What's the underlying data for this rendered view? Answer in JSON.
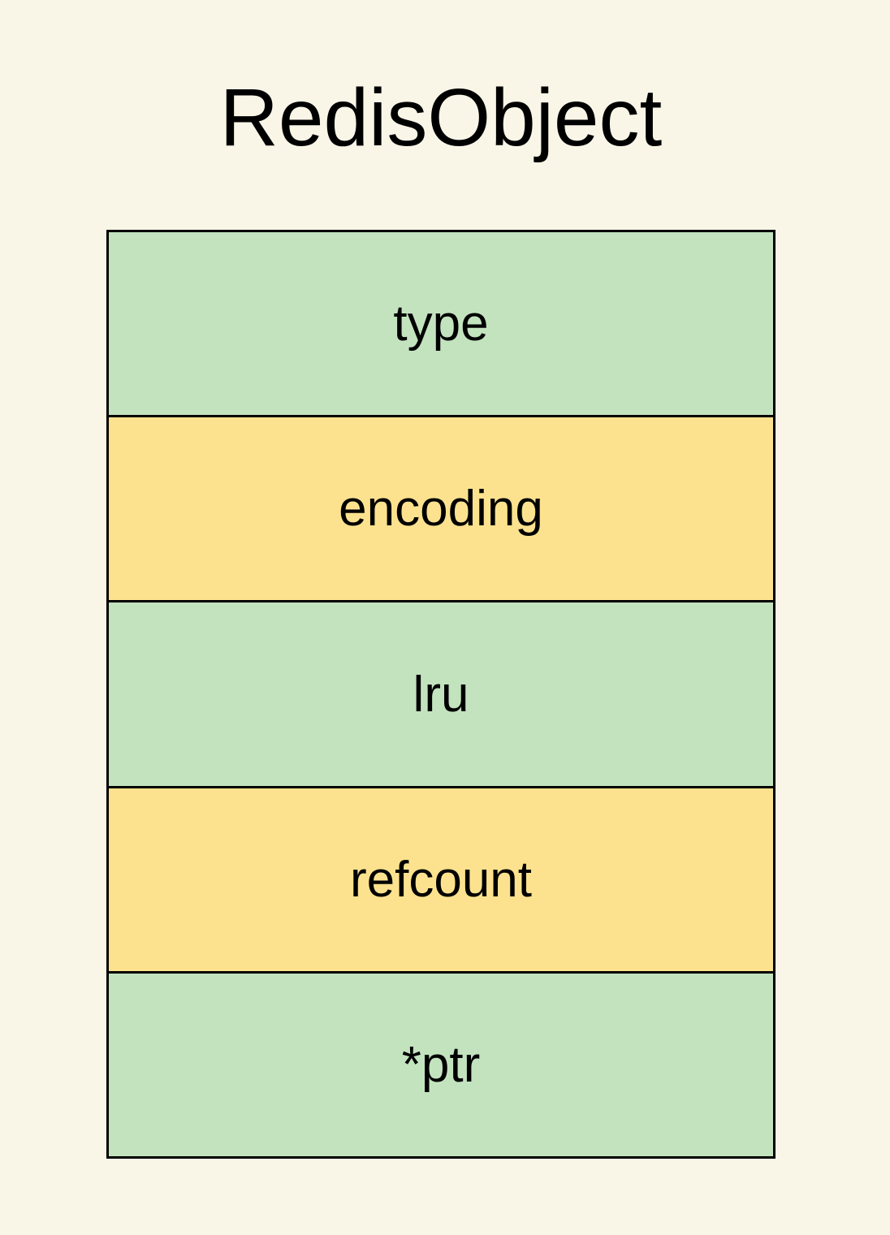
{
  "title": "RedisObject",
  "struct": {
    "fields": [
      {
        "name": "type",
        "color": "green"
      },
      {
        "name": "encoding",
        "color": "yellow"
      },
      {
        "name": "lru",
        "color": "green"
      },
      {
        "name": "refcount",
        "color": "yellow"
      },
      {
        "name": "*ptr",
        "color": "green"
      }
    ]
  },
  "colors": {
    "background": "#f9f6e8",
    "green": "#c2e3be",
    "yellow": "#fce28e",
    "border": "#000000",
    "text": "#000000"
  }
}
